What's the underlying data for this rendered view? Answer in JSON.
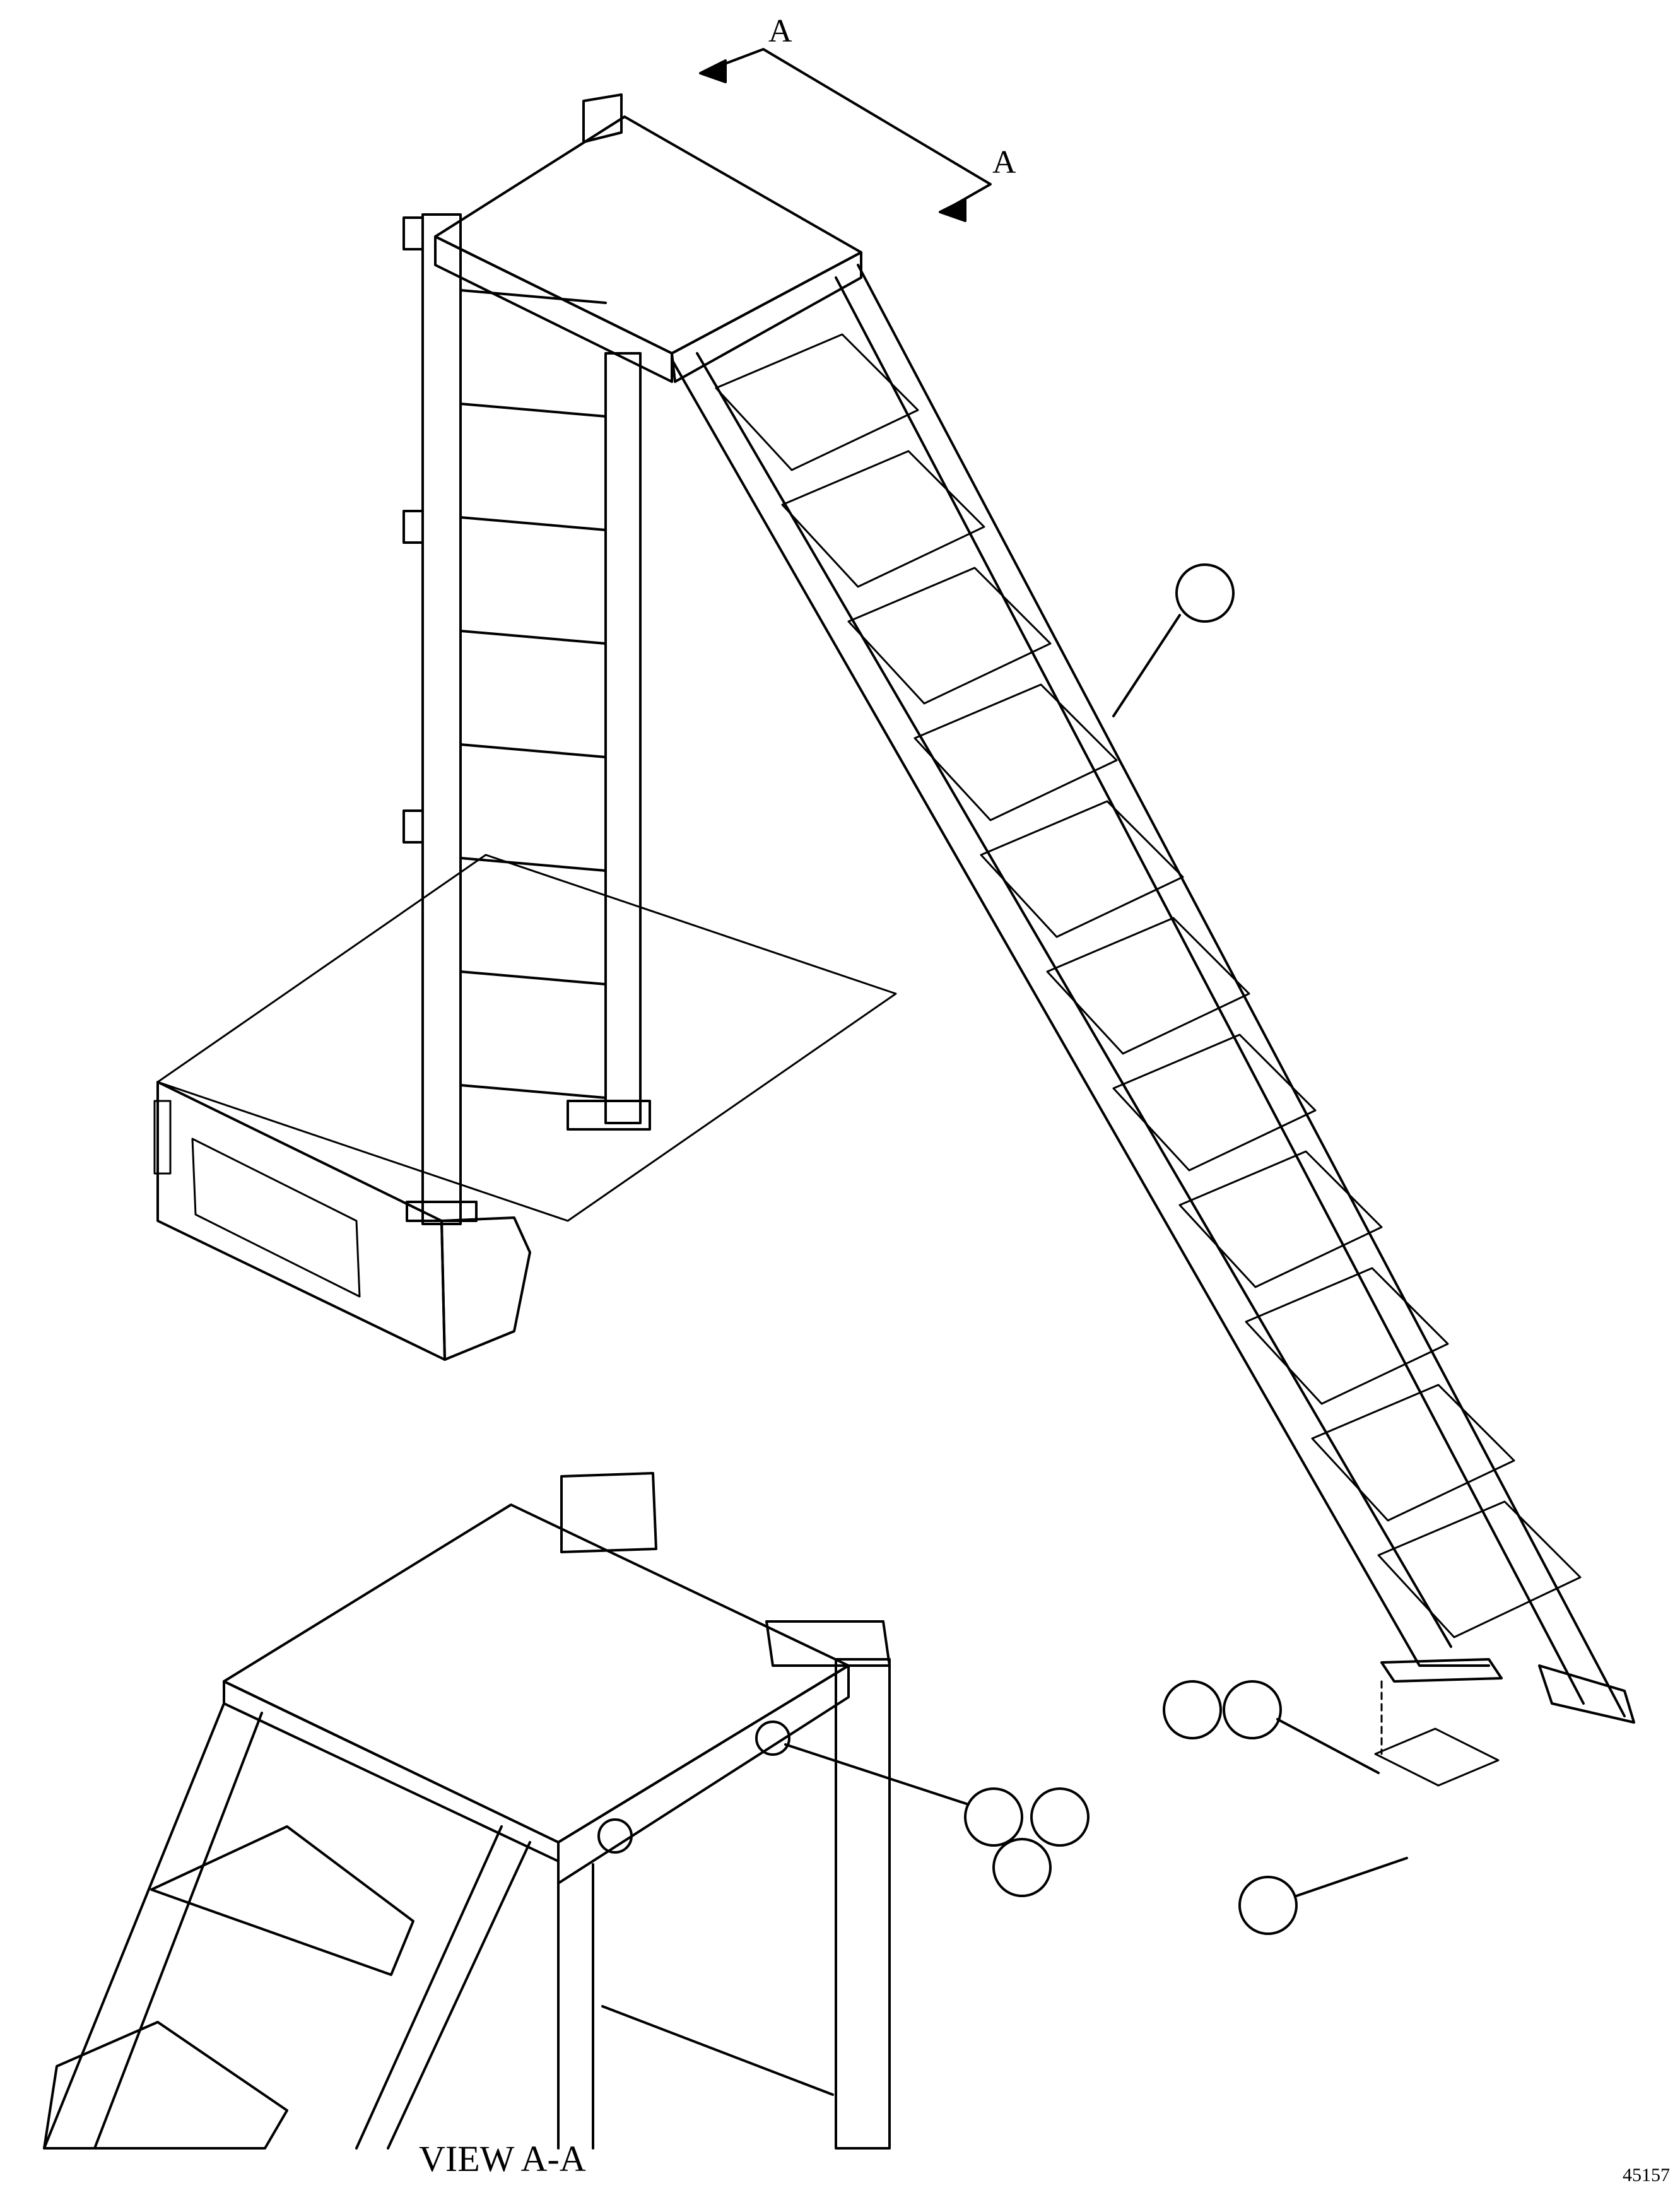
{
  "drawing": {
    "section_marker_top": "A",
    "section_marker_bottom": "A",
    "view_caption": "VIEW A-A",
    "drawing_number": "45157"
  },
  "callouts": {
    "balloon_labels": [
      "",
      "",
      "",
      "",
      "",
      "",
      ""
    ]
  },
  "colors": {
    "line": "#000000",
    "background": "#ffffff"
  }
}
